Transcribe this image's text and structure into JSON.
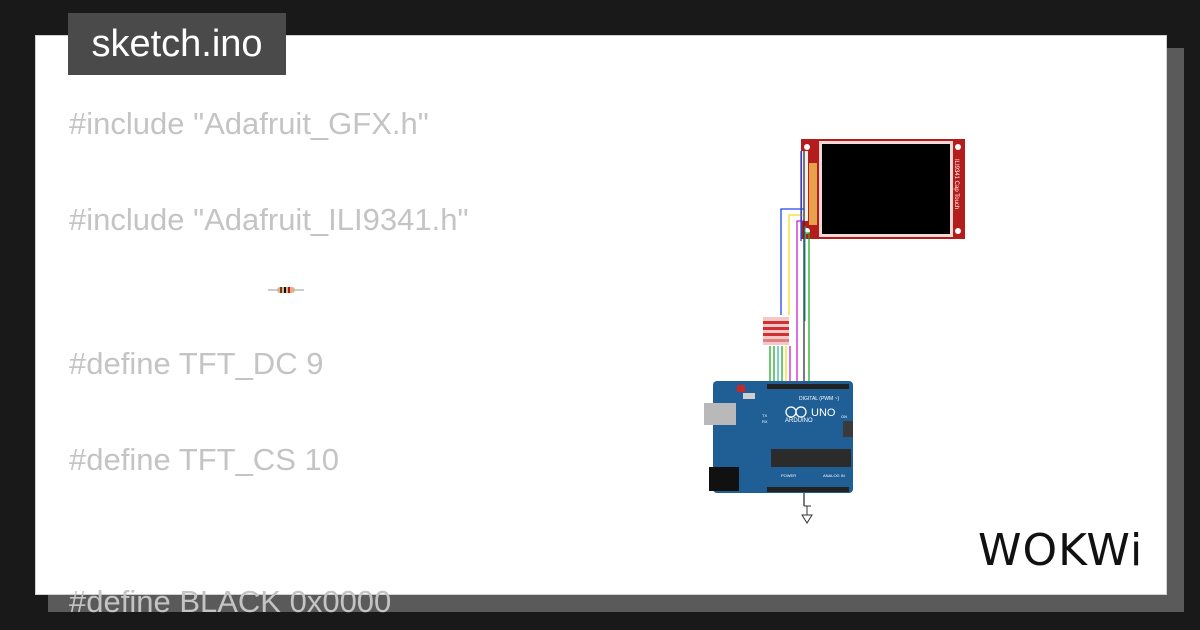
{
  "tab": {
    "label": "sketch.ino"
  },
  "code_lines": [
    "#include \"Adafruit_GFX.h\"",
    "#include \"Adafruit_ILI9341.h\"",
    "#define TFT_DC 9",
    "#define TFT_CS 10",
    "#define BLACK 0x0000"
  ],
  "display": {
    "side_label": "ILI9341 Cap Touch"
  },
  "arduino": {
    "brand": "ARDUINO",
    "model": "UNO",
    "digital_label": "DIGITAL (PWM ~)",
    "power_label": "POWER",
    "analog_label": "ANALOG IN",
    "on_label": "ON",
    "tx_label": "TX",
    "rx_label": "RX"
  },
  "logo": {
    "text": "WOKWi"
  },
  "colors": {
    "board": "#1f5f96",
    "display_frame": "#b51d1d",
    "screen": "#000000",
    "wire_blue": "#2244ee",
    "wire_green": "#22aa22",
    "wire_teal": "#33bbaa",
    "wire_magenta": "#cc22cc",
    "wire_yellow": "#eedd22"
  }
}
